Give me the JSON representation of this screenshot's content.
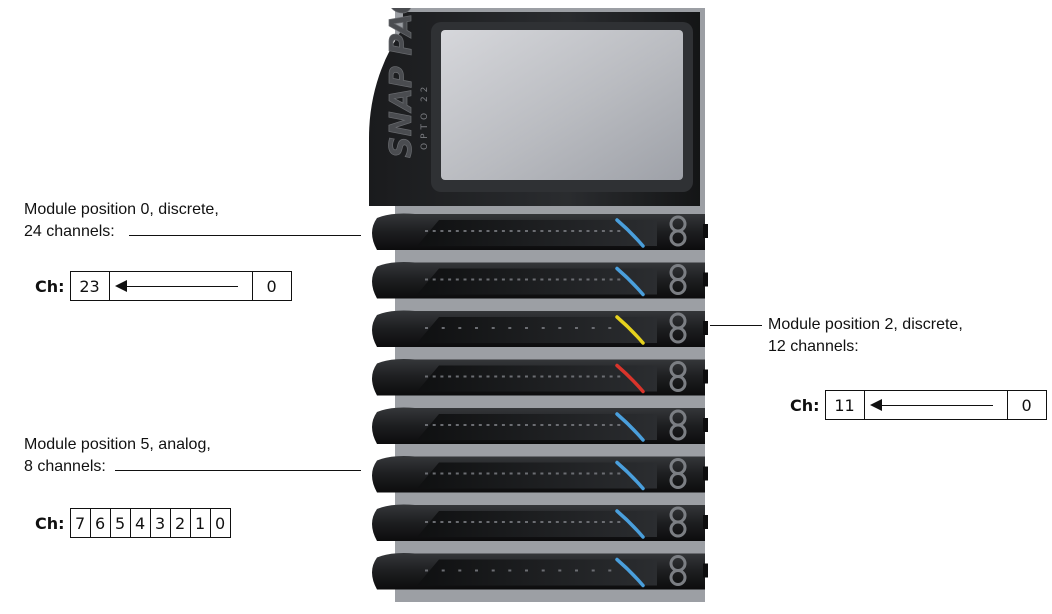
{
  "device": {
    "brand": "SNAP PAC",
    "sub_brand": "OPTO 22",
    "module_accents": [
      "#4a9fdc",
      "#4a9fdc",
      "#e6d21e",
      "#d9342b",
      "#4a9fdc",
      "#4a9fdc",
      "#4a9fdc",
      "#4a9fdc"
    ]
  },
  "callouts": {
    "pos0": {
      "line1": "Module position 0, discrete,",
      "line2": "24 channels:",
      "prefix": "Ch:",
      "high": "23",
      "low": "0"
    },
    "pos2": {
      "line1": "Module position 2, discrete,",
      "line2": "12 channels:",
      "prefix": "Ch:",
      "high": "11",
      "low": "0"
    },
    "pos5": {
      "line1": "Module position 5, analog,",
      "line2": "8 channels:",
      "prefix": "Ch:",
      "channels": [
        "7",
        "6",
        "5",
        "4",
        "3",
        "2",
        "1",
        "0"
      ]
    }
  }
}
